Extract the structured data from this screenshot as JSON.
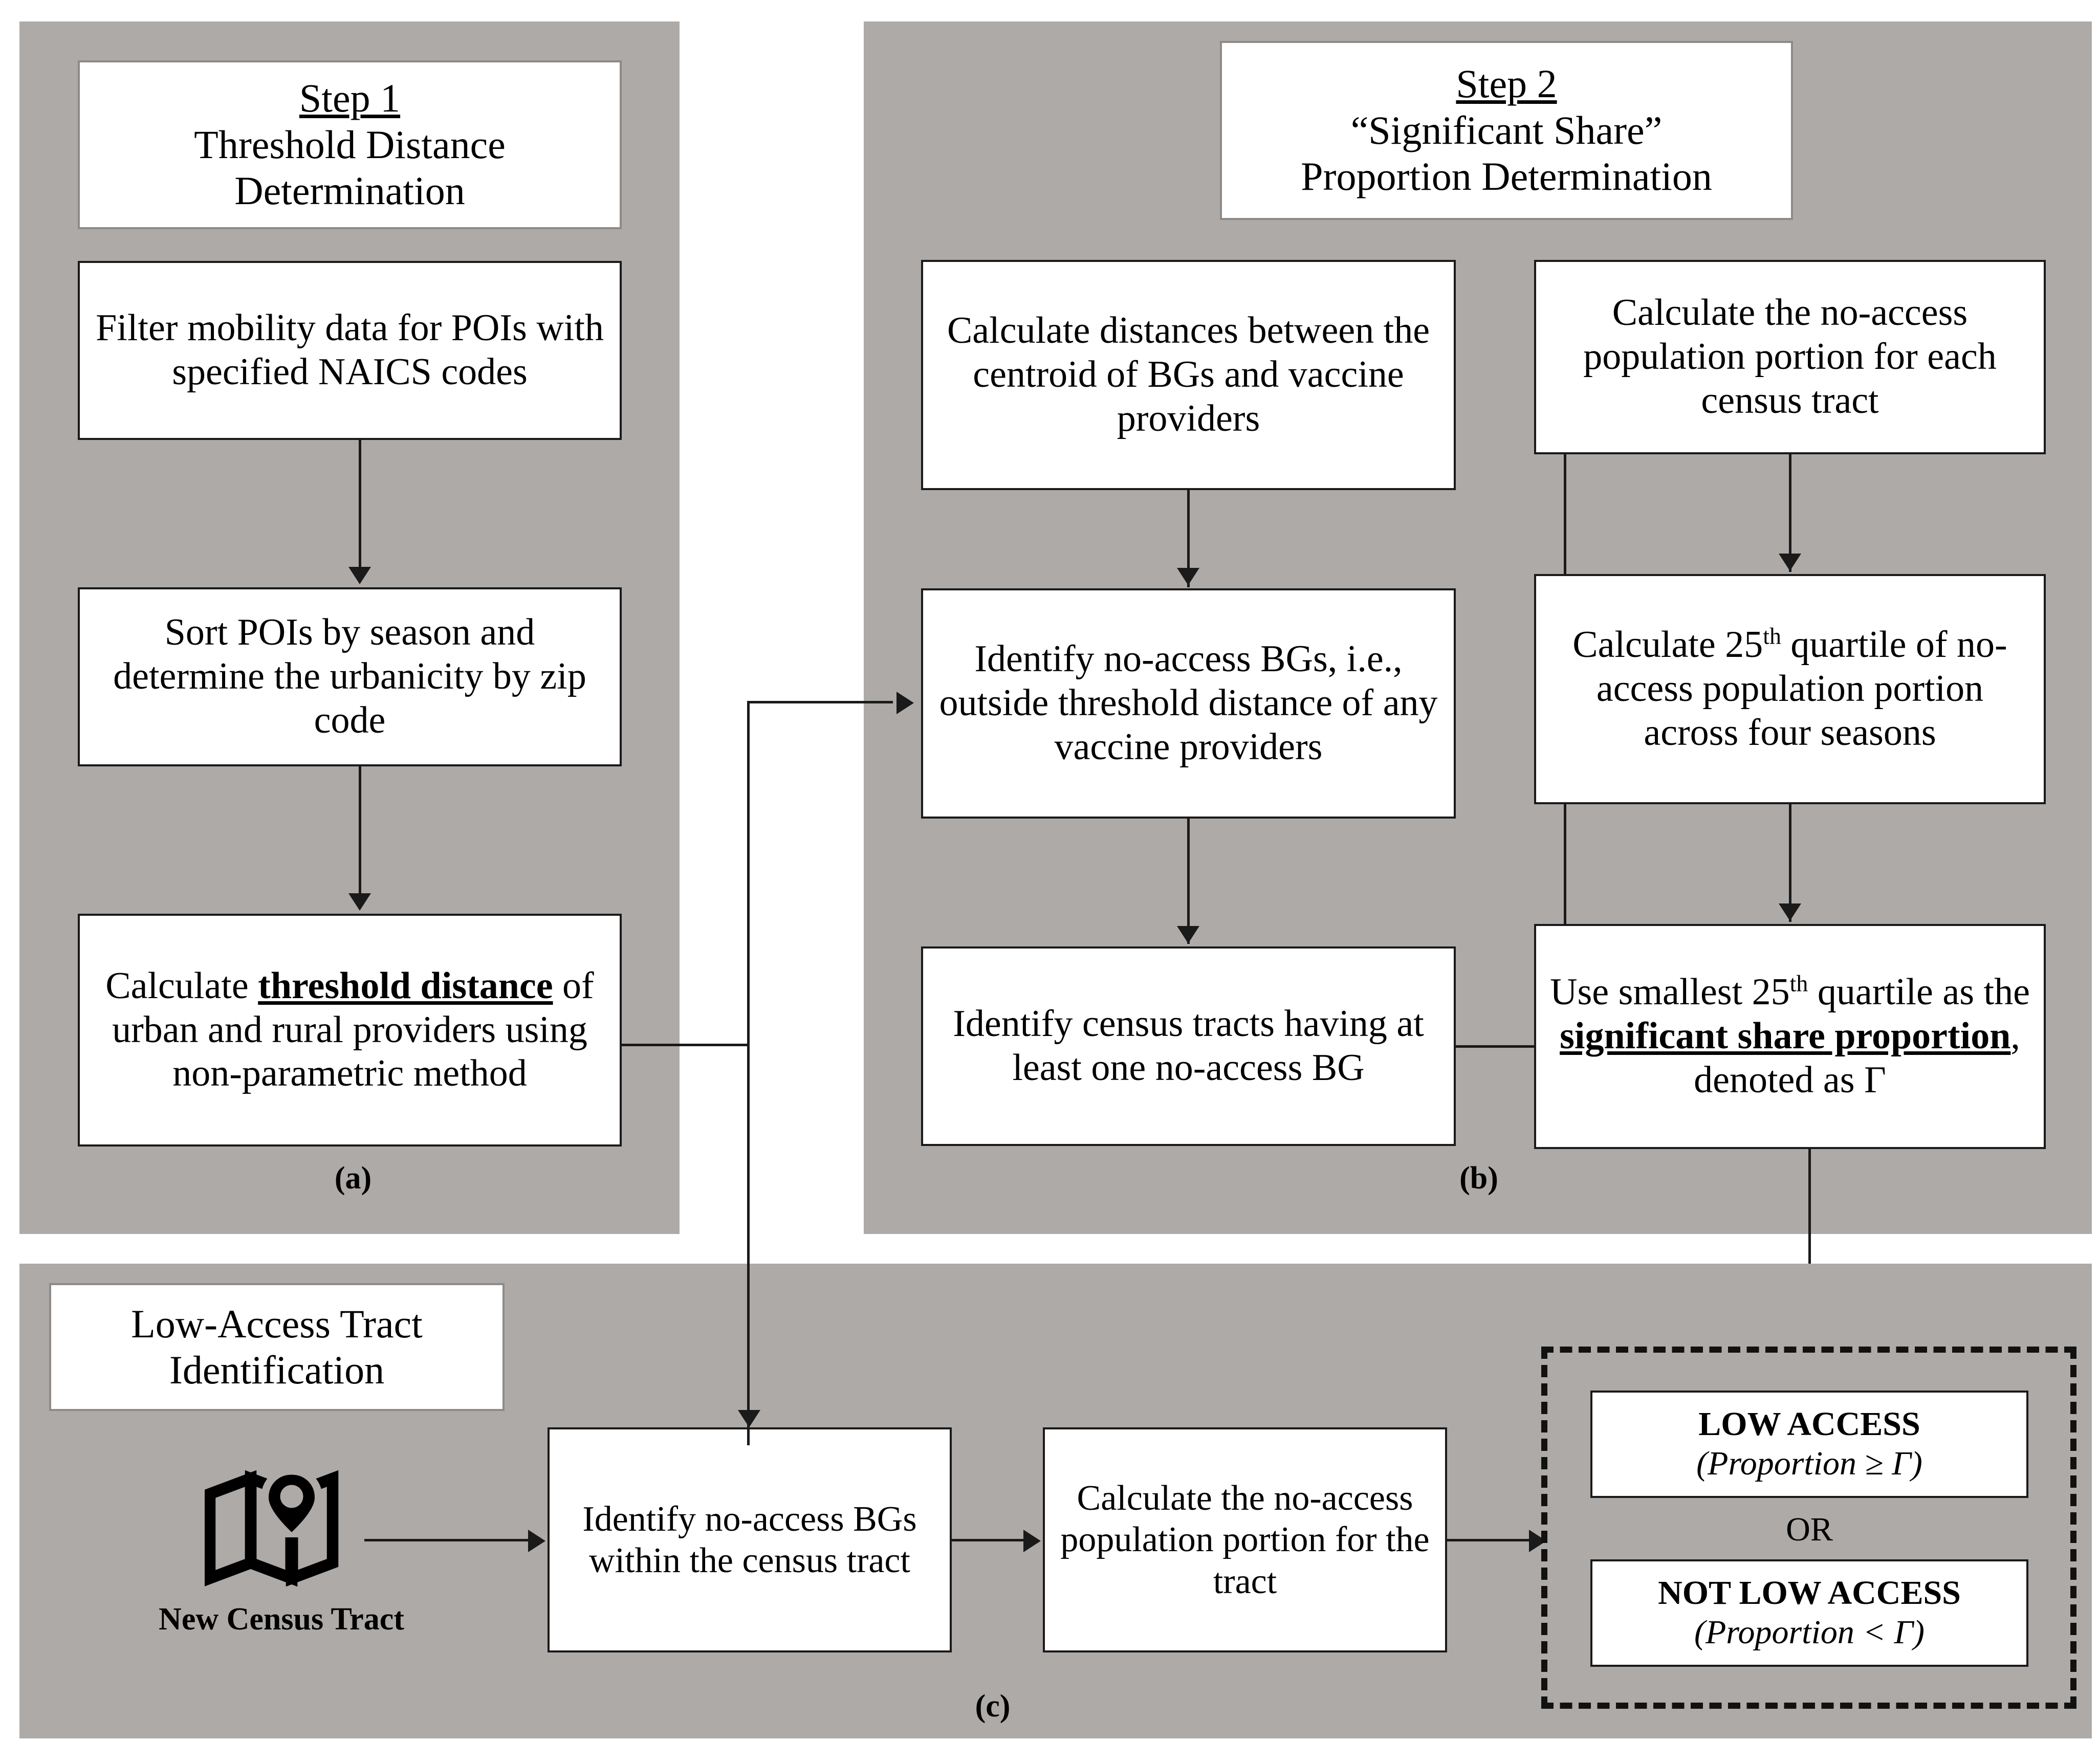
{
  "figure": {
    "type": "flowchart",
    "panel_fill": "#aeaaa8",
    "box_fill": "#ffffff",
    "line_color": "#1a1a1a"
  },
  "panel_a": {
    "letter": "(a)",
    "title_line1": "Step 1",
    "title_line2": "Threshold Distance",
    "title_line3": "Determination",
    "boxes": [
      {
        "id": "filter-pois",
        "text": "Filter mobility data for POIs with specified NAICS codes"
      },
      {
        "id": "sort-pois",
        "text": "Sort POIs by season and determine the urbanicity by zip code"
      },
      {
        "id": "calc-threshold",
        "pre": "Calculate ",
        "emph1": "threshold distance",
        "post": " of urban and rural providers using non-parametric method"
      }
    ]
  },
  "panel_b": {
    "letter": "(b)",
    "title_line1": "Step 2",
    "title_line2": "“Significant Share”",
    "title_line3": "Proportion Determination",
    "boxes": [
      {
        "id": "calc-distances",
        "text": "Calculate distances between the centroid of BGs and vaccine providers"
      },
      {
        "id": "identify-no-access-bgs",
        "text": "Identify no-access BGs, i.e., outside threshold distance of any vaccine providers"
      },
      {
        "id": "identify-census-tracts",
        "text": "Identify census tracts having at least one no-access BG"
      },
      {
        "id": "calc-no-access-portion",
        "text": "Calculate the no-access population portion for each census tract"
      },
      {
        "id": "calc-quartile",
        "pre": "Calculate 25",
        "sup": "th",
        "post": " quartile of no-access population portion across four seasons"
      },
      {
        "id": "use-smallest-quartile",
        "pre": "Use smallest 25",
        "sup": "th",
        "mid": " quartile as the ",
        "emph1": "significant share proportion",
        "post": ", denoted as Γ"
      }
    ]
  },
  "panel_c": {
    "letter": "(c)",
    "title_line1": "Low-Access Tract",
    "title_line2": "Identification",
    "icon": {
      "name": "map-location-icon",
      "label": "New Census Tract"
    },
    "boxes": [
      {
        "id": "identify-no-access-bgs-tract",
        "text": "Identify no-access BGs within the census tract"
      },
      {
        "id": "calc-no-access-portion-tract",
        "text": "Calculate the no-access population portion for the tract"
      }
    ],
    "decision": {
      "outcome1_title": "LOW ACCESS",
      "outcome1_condition": "(Proportion ≥ Γ)",
      "separator": "OR",
      "outcome2_title": "NOT LOW ACCESS",
      "outcome2_condition": "(Proportion < Γ)"
    }
  }
}
